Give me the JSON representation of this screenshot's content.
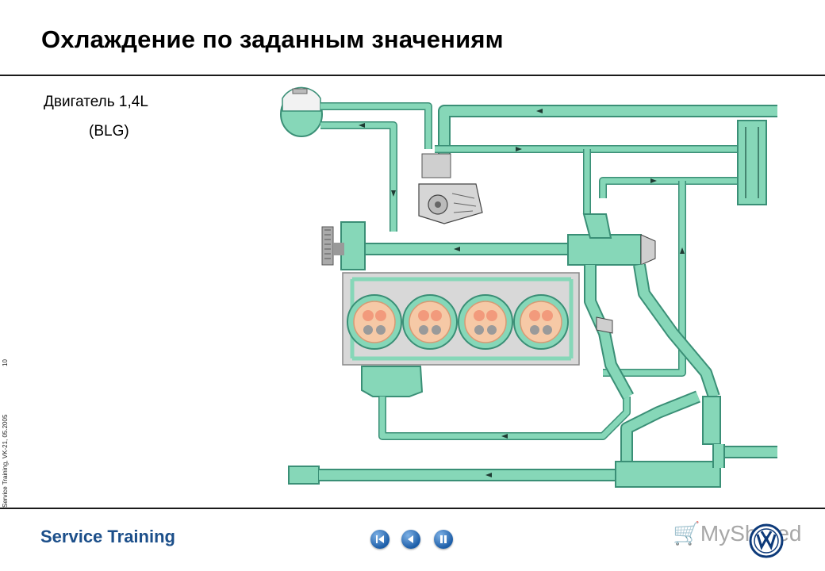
{
  "slide": {
    "title": "Охлаждение по заданным значениям",
    "engine": "Двигатель 1,4L",
    "engine_code": "(BLG)",
    "side_note": "Service Training, VK-21, 05.2005",
    "page_number": "10"
  },
  "footer": {
    "brand": "Service Training",
    "watermark": "MyShared",
    "nav": [
      {
        "name": "first-slide-button",
        "icon": "rewind-icon"
      },
      {
        "name": "previous-slide-button",
        "icon": "play-left-icon"
      },
      {
        "name": "pause-button",
        "icon": "pause-icon"
      }
    ]
  },
  "colors": {
    "coolant": "#82d3b4",
    "coolant_dark": "#3aa88a",
    "engine_block": "#d8d8d8",
    "rule": "#1a1a1a",
    "brand": "#1c4f8a"
  }
}
